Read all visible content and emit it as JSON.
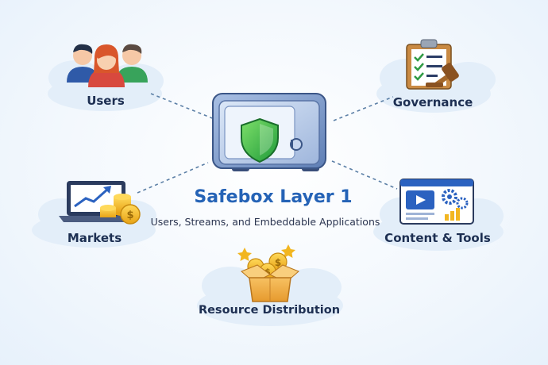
{
  "center": {
    "title": "Safebox Layer 1",
    "subtitle": "Users, Streams, and Embeddable Applications"
  },
  "nodes": {
    "users": {
      "label": "Users",
      "icon": "people-icon"
    },
    "governance": {
      "label": "Governance",
      "icon": "clipboard-gavel-icon"
    },
    "markets": {
      "label": "Markets",
      "icon": "laptop-chart-coins-icon"
    },
    "content_tools": {
      "label": "Content & Tools",
      "icon": "browser-video-gears-icon"
    },
    "resource_distribution": {
      "label": "Resource Distribution",
      "icon": "gift-box-coins-icon"
    }
  },
  "colors": {
    "title_blue": "#2563b6",
    "label_navy": "#1d2f52",
    "connector": "#5b7fa6",
    "shield_green": "#3cb84a",
    "safe_blue": "#7e9ccc",
    "coin_gold": "#f2b620"
  }
}
